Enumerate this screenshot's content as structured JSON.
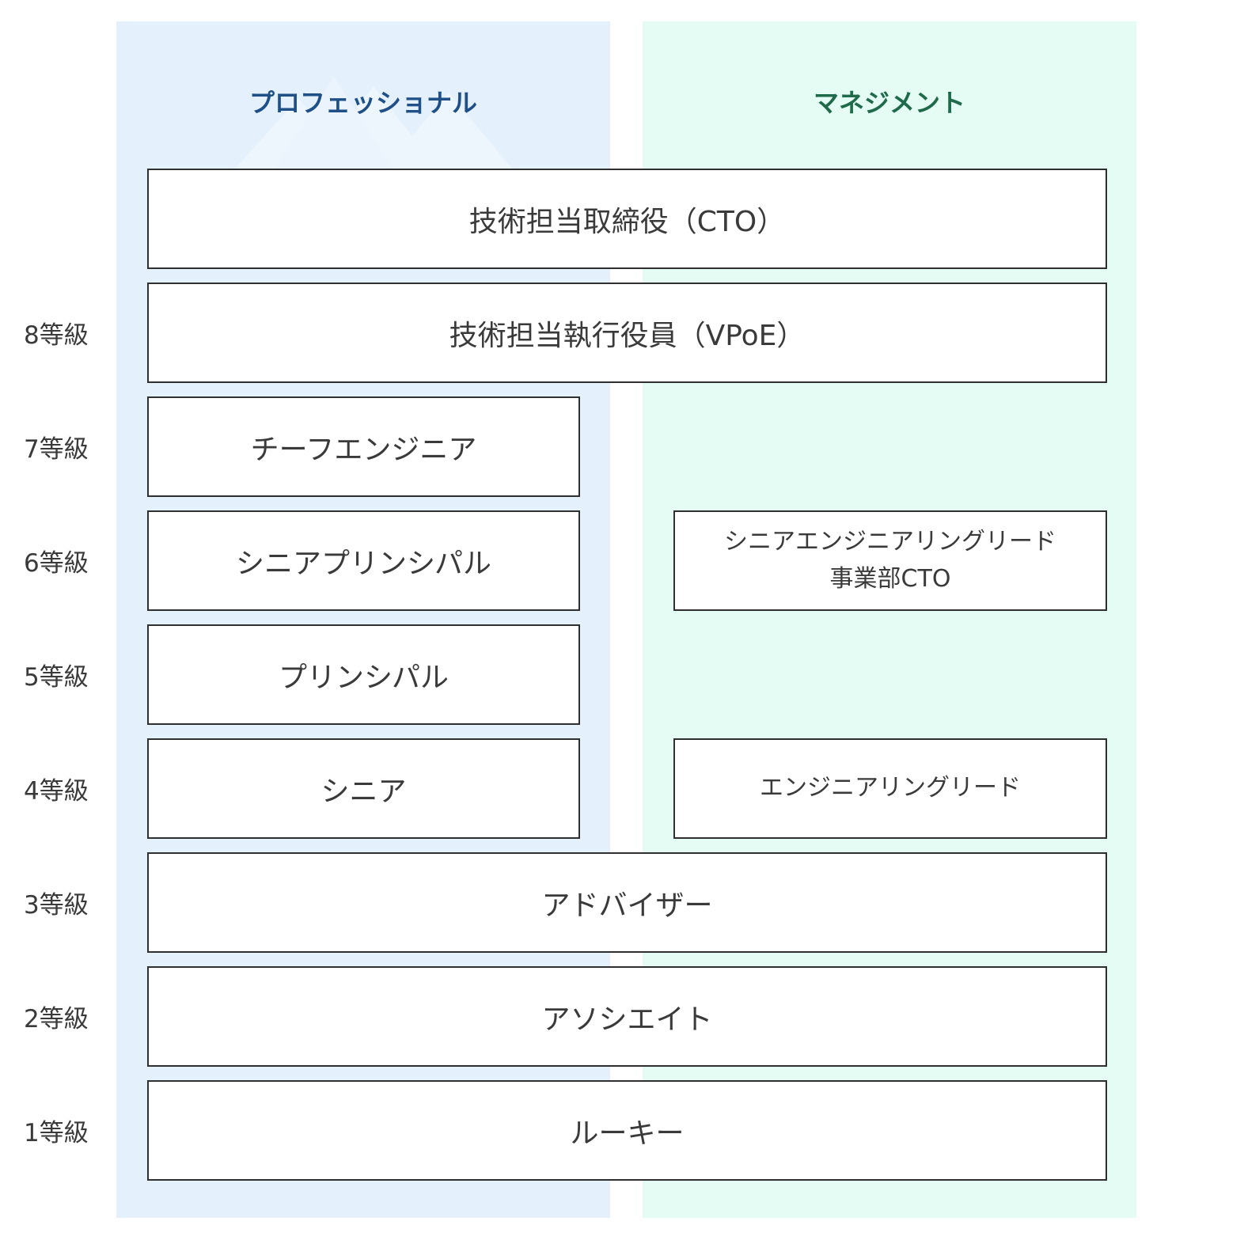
{
  "tracks": {
    "professional": {
      "title": "プロフェッショナル",
      "color": "#1e4f86",
      "background": "#e4f1fc"
    },
    "management": {
      "title": "マネジメント",
      "color": "#1f6a4a",
      "background": "#e4fcf3"
    }
  },
  "grades": [
    "8等級",
    "7等級",
    "6等級",
    "5等級",
    "4等級",
    "3等級",
    "2等級",
    "1等級"
  ],
  "roles": {
    "cto": "技術担当取締役（CTO）",
    "vpoe": "技術担当執行役員（VPoE）",
    "chief_engineer": "チーフエンジニア",
    "senior_principal": "シニアプリンシパル",
    "senior_engineering_lead": "シニアエンジニアリングリード",
    "division_cto": "事業部CTO",
    "principal": "プリンシパル",
    "senior": "シニア",
    "engineering_lead": "エンジニアリングリード",
    "advisor": "アドバイザー",
    "associate": "アソシエイト",
    "rookie": "ルーキー"
  }
}
